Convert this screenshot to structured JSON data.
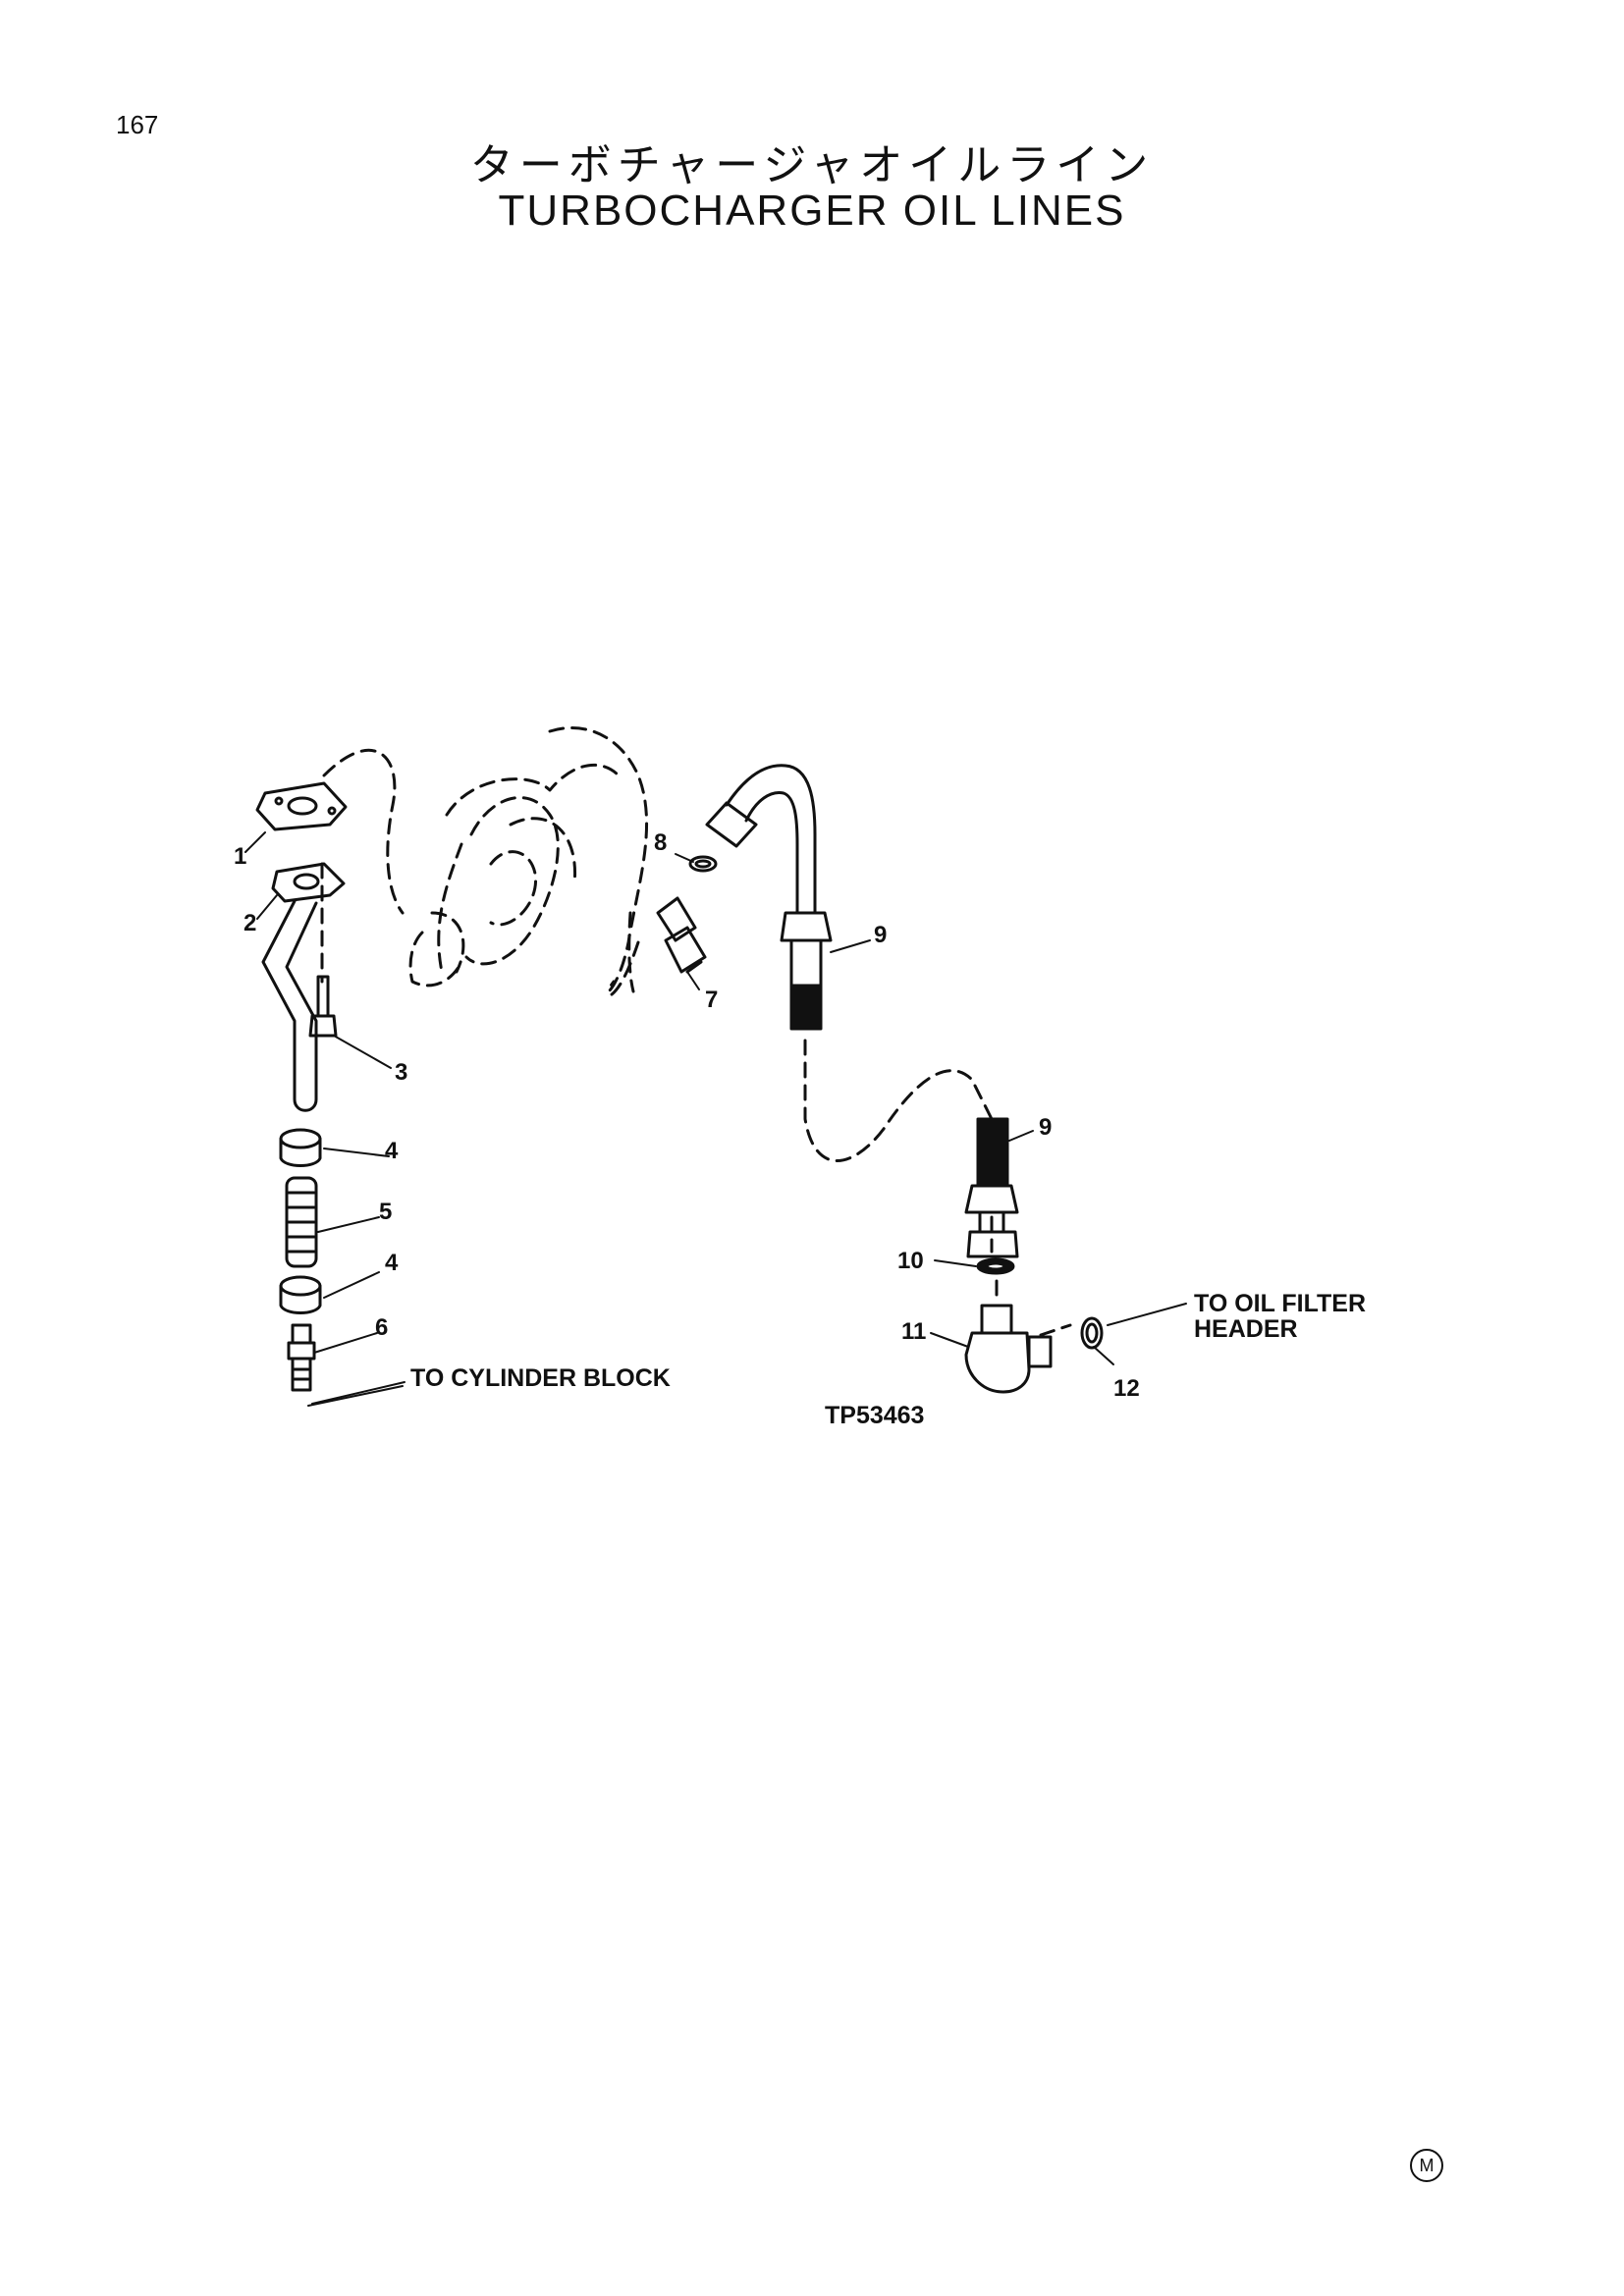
{
  "page": {
    "number": "167"
  },
  "title": {
    "japanese": "ターボチャージャオイルライン",
    "english": "TURBOCHARGER OIL LINES"
  },
  "callouts": {
    "c1": "1",
    "c2": "2",
    "c3": "3",
    "c4a": "4",
    "c5": "5",
    "c4b": "4",
    "c6": "6",
    "c7": "7",
    "c8": "8",
    "c9a": "9",
    "c9b": "9",
    "c10": "10",
    "c11": "11",
    "c12": "12"
  },
  "notes": {
    "to_cylinder_block": "TO CYLINDER BLOCK",
    "to_oil_filter_line1": "TO OIL FILTER",
    "to_oil_filter_line2": "HEADER"
  },
  "figure_id": "TP53463",
  "manufacturer_mark": "M"
}
